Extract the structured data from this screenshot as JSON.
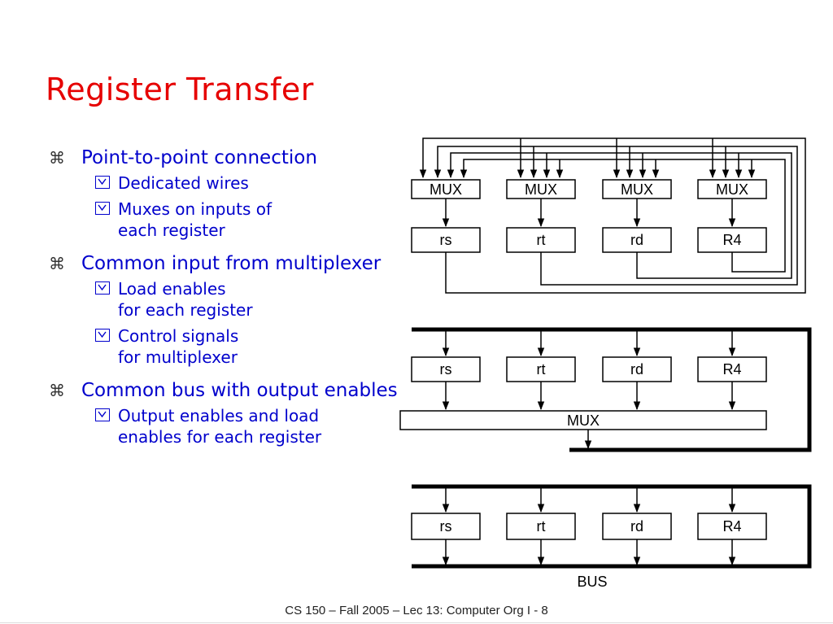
{
  "slide": {
    "title": "Register Transfer",
    "bullets": [
      {
        "text": "Point-to-point connection",
        "subs": [
          "Dedicated wires",
          "Muxes on inputs of\neach register"
        ]
      },
      {
        "text": "Common input from multiplexer",
        "subs": [
          "Load enables\nfor each register",
          "Control signals\nfor multiplexer"
        ]
      },
      {
        "text": "Common bus with output enables",
        "subs": [
          "Output enables and load\nenables for each register"
        ]
      }
    ],
    "footer": "CS 150 – Fall  2005 – Lec 13: Computer Org I - 8"
  },
  "diagram": {
    "top": {
      "mux_label": "MUX",
      "registers": [
        "rs",
        "rt",
        "rd",
        "R4"
      ]
    },
    "middle": {
      "registers": [
        "rs",
        "rt",
        "rd",
        "R4"
      ],
      "mux_label": "MUX"
    },
    "bottom": {
      "registers": [
        "rs",
        "rt",
        "rd",
        "R4"
      ],
      "bus_label": "BUS"
    }
  },
  "colors": {
    "title": "#e60000",
    "bullet_text": "#0000cc",
    "diagram_stroke": "#000000"
  }
}
